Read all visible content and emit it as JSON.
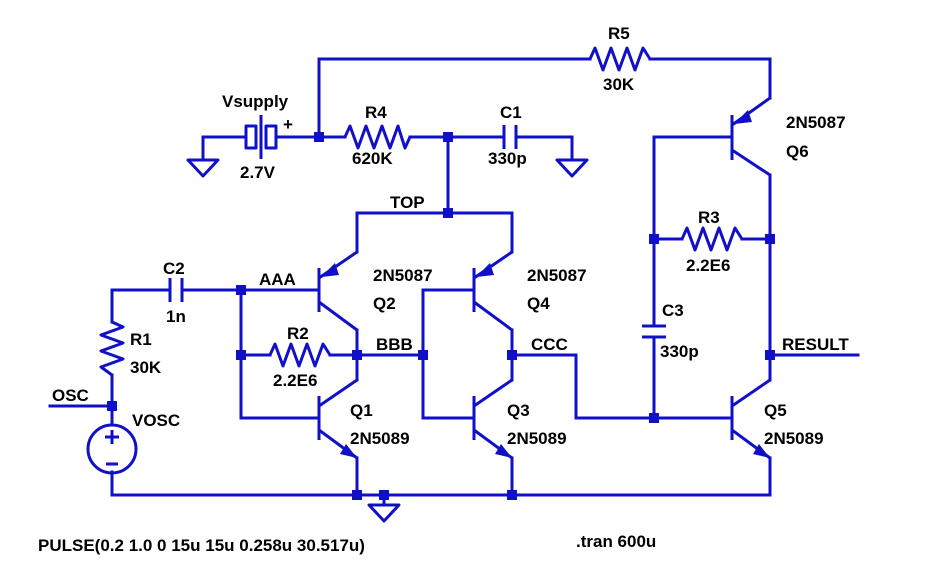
{
  "components": {
    "vsupply": {
      "name": "Vsupply",
      "value": "2.7V",
      "polarity": "+"
    },
    "r4": {
      "name": "R4",
      "value": "620K"
    },
    "c1": {
      "name": "C1",
      "value": "330p"
    },
    "r5": {
      "name": "R5",
      "value": "30K"
    },
    "q6": {
      "name": "Q6",
      "model": "2N5087"
    },
    "r3": {
      "name": "R3",
      "value": "2.2E6"
    },
    "c3": {
      "name": "C3",
      "value": "330p"
    },
    "q5": {
      "name": "Q5",
      "model": "2N5089"
    },
    "q2": {
      "name": "Q2",
      "model": "2N5087"
    },
    "q4": {
      "name": "Q4",
      "model": "2N5087"
    },
    "q1": {
      "name": "Q1",
      "model": "2N5089"
    },
    "q3": {
      "name": "Q3",
      "model": "2N5089"
    },
    "r2": {
      "name": "R2",
      "value": "2.2E6"
    },
    "c2": {
      "name": "C2",
      "value": "1n"
    },
    "r1": {
      "name": "R1",
      "value": "30K"
    },
    "vosc": {
      "name": "VOSC",
      "polarity_plus": "+",
      "polarity_minus": "-"
    }
  },
  "nets": {
    "top": "TOP",
    "aaa": "AAA",
    "bbb": "BBB",
    "ccc": "CCC",
    "result": "RESULT",
    "osc": "OSC"
  },
  "directives": {
    "pulse": "PULSE(0.2 1.0 0 15u 15u 0.258u 30.517u)",
    "tran": ".tran 600u"
  },
  "colors": {
    "wire": "#1010c8",
    "text": "#000000",
    "background": "#ffffff"
  }
}
